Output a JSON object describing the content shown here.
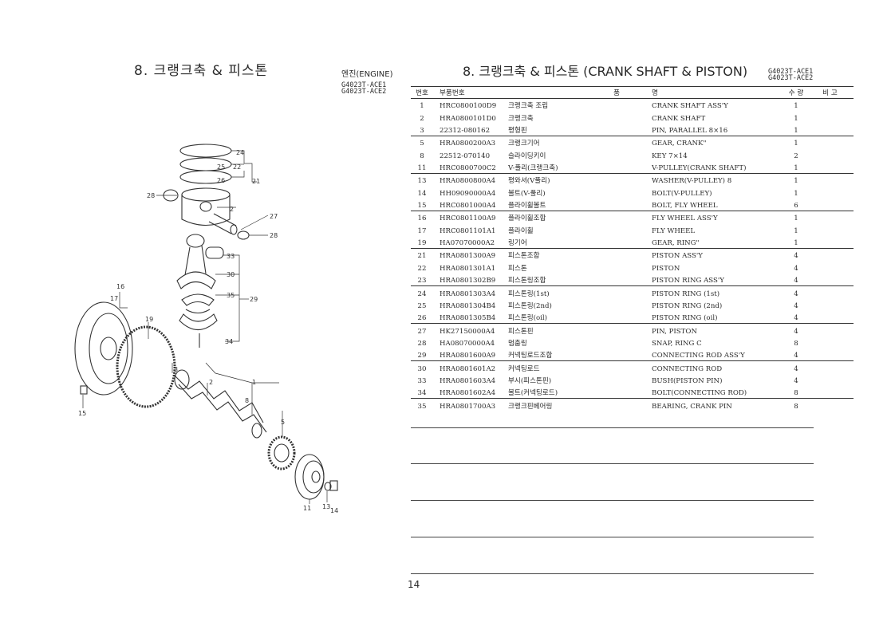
{
  "header": {
    "left_title": "8. 크랭크축 & 피스톤",
    "engine_label": "엔진(ENGINE)",
    "left_models": [
      "G4023T-ACE1",
      "G4023T-ACE2"
    ],
    "right_title": "8. 크랭크축 & 피스톤 (CRANK SHAFT & PISTON)",
    "right_models": [
      "G4023T-ACE1",
      "G4023T-ACE2"
    ]
  },
  "table": {
    "headers": {
      "no": "번호",
      "part_no": "부품번호",
      "name_left": "품",
      "name_right": "명",
      "qty": "수 량",
      "remarks": "비 고"
    },
    "rows": [
      {
        "no": "1",
        "part_no": "HRC0800100D9",
        "kr": "크랭크축 조립",
        "en": "CRANK SHAFT ASS'Y",
        "qty": "1"
      },
      {
        "no": "2",
        "part_no": "HRA0800101D0",
        "kr": "크랭크축",
        "en": "CRANK SHAFT",
        "qty": "1"
      },
      {
        "no": "3",
        "part_no": "22312-080162",
        "kr": "평형핀",
        "en": "PIN, PARALLEL 8×16",
        "qty": "1"
      },
      {
        "no": "5",
        "part_no": "HRA0800200A3",
        "kr": "크랭크기어",
        "en": "GEAR, CRANK\"",
        "qty": "1"
      },
      {
        "no": "8",
        "part_no": "22512-070140",
        "kr": "슬라이딩키이",
        "en": "KEY 7×14",
        "qty": "2"
      },
      {
        "no": "11",
        "part_no": "HRC0800700C2",
        "kr": "V-풀리(크랭크축)",
        "en": "V-PULLEY(CRANK SHAFT)",
        "qty": "1"
      },
      {
        "no": "13",
        "part_no": "HRA0800800A4",
        "kr": "평와셔(V풀리)",
        "en": "WASHER(V-PULLEY) 8",
        "qty": "1"
      },
      {
        "no": "14",
        "part_no": "HH09090000A4",
        "kr": "볼트(V-풀리)",
        "en": "BOLT(V-PULLEY)",
        "qty": "1"
      },
      {
        "no": "15",
        "part_no": "HRC0801000A4",
        "kr": "플라이휠볼트",
        "en": "BOLT, FLY WHEEL",
        "qty": "6"
      },
      {
        "no": "16",
        "part_no": "HRC0801100A9",
        "kr": "플라이휠조합",
        "en": "FLY WHEEL ASS'Y",
        "qty": "1"
      },
      {
        "no": "17",
        "part_no": "HRC0801101A1",
        "kr": "플라이휠",
        "en": "FLY WHEEL",
        "qty": "1"
      },
      {
        "no": "19",
        "part_no": "HA07070000A2",
        "kr": "링기어",
        "en": "GEAR, RING\"",
        "qty": "1"
      },
      {
        "no": "21",
        "part_no": "HRA0801300A9",
        "kr": "피스톤조합",
        "en": "PISTON ASS'Y",
        "qty": "4"
      },
      {
        "no": "22",
        "part_no": "HRA0801301A1",
        "kr": "피스톤",
        "en": "PISTON",
        "qty": "4"
      },
      {
        "no": "23",
        "part_no": "HRA0801302B9",
        "kr": "피스톤링조합",
        "en": "PISTON RING ASS'Y",
        "qty": "4"
      },
      {
        "no": "24",
        "part_no": "HRA0801303A4",
        "kr": "피스톤링(1st)",
        "en": "PISTON RING (1st)",
        "qty": "4"
      },
      {
        "no": "25",
        "part_no": "HRA0801304B4",
        "kr": "피스톤링(2nd)",
        "en": "PISTON RING (2nd)",
        "qty": "4"
      },
      {
        "no": "26",
        "part_no": "HRA0801305B4",
        "kr": "피스톤링(oil)",
        "en": "PISTON RING (oil)",
        "qty": "4"
      },
      {
        "no": "27",
        "part_no": "HK27150000A4",
        "kr": "피스톤핀",
        "en": "PIN, PISTON",
        "qty": "4"
      },
      {
        "no": "28",
        "part_no": "HA08070000A4",
        "kr": "멈춤링",
        "en": "SNAP, RING C",
        "qty": "8"
      },
      {
        "no": "29",
        "part_no": "HRA0801600A9",
        "kr": "커넥팅로드조합",
        "en": "CONNECTING ROD ASS'Y",
        "qty": "4"
      },
      {
        "no": "30",
        "part_no": "HRA0801601A2",
        "kr": "커넥팅로드",
        "en": "CONNECTING ROD",
        "qty": "4"
      },
      {
        "no": "33",
        "part_no": "HRA0801603A4",
        "kr": "부시(피스톤핀)",
        "en": "BUSH(PISTON PIN)",
        "qty": "4"
      },
      {
        "no": "34",
        "part_no": "HRA0801602A4",
        "kr": "볼트(커넥팅로드)",
        "en": "BOLT(CONNECTING ROD)",
        "qty": "8"
      },
      {
        "no": "35",
        "part_no": "HRA0801700A3",
        "kr": "크랭크핀베어링",
        "en": "BEARING, CRANK PIN",
        "qty": "8"
      }
    ]
  },
  "diagram": {
    "callouts": [
      "24",
      "25",
      "22",
      "26",
      "21",
      "28",
      "2",
      "27",
      "28",
      "33",
      "30",
      "35",
      "29",
      "16",
      "17",
      "19",
      "34",
      "3",
      "2",
      "1",
      "8",
      "5",
      "15",
      "11",
      "13",
      "14"
    ]
  },
  "footer": {
    "page_number": "14"
  }
}
